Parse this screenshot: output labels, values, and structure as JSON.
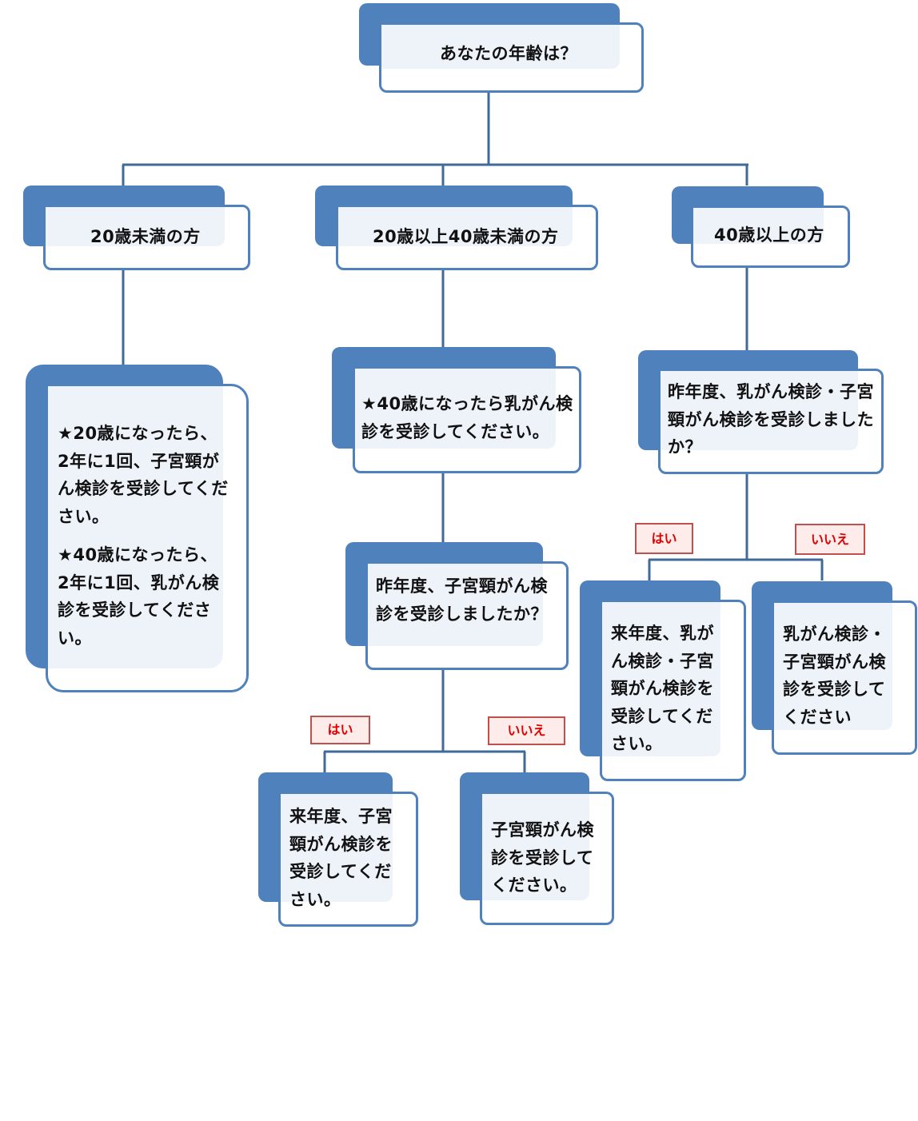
{
  "nodes": {
    "root": "あなたの年齢は？",
    "under20": "20歳未満の方",
    "age20to40": "20歳以上40歳未満の方",
    "over40": "40歳以上の方",
    "under20_msg": {
      "line1": "★20歳になったら、2年に1回、子宮頸がん検診を受診してください。",
      "line2": "★40歳になったら、2年に1回、乳がん検診を受診してください。"
    },
    "age20to40_msg": "★40歳になったら乳がん検診を受診してください。",
    "age20to40_q": "昨年度、子宮頸がん検診を受診しましたか？",
    "over40_q": "昨年度、乳がん検診・子宮頸がん検診を受診しましたか？",
    "mid_yes_result": "来年度、子宮頸がん検診を受診してください。",
    "mid_no_result": "子宮頸がん検診を受診してください。",
    "right_yes_result": "来年度、乳がん検診・子宮頸がん検診を受診してください。",
    "right_no_result": "乳がん検診・子宮頸がん検診を受診してください"
  },
  "answers": {
    "yes": "はい",
    "no": "いいえ"
  },
  "colors": {
    "back": "#4f81bd",
    "border": "#4f81bd",
    "tint": "#eef3fa",
    "connector": "#41699a",
    "answer_text": "#e00000",
    "answer_border": "#c0504d"
  }
}
